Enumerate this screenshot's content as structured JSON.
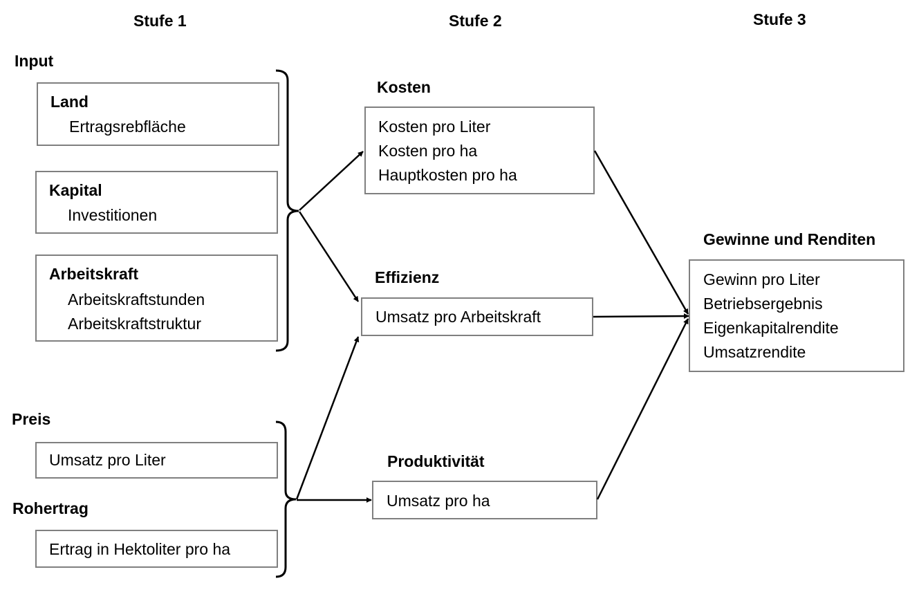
{
  "headers": {
    "stage1": "Stufe 1",
    "stage2": "Stufe 2",
    "stage3": "Stufe 3"
  },
  "input": {
    "label": "Input",
    "land": {
      "title": "Land",
      "items": [
        "Ertragsrebfläche"
      ]
    },
    "kapital": {
      "title": "Kapital",
      "items": [
        "Investitionen"
      ]
    },
    "arbeitskraft": {
      "title": "Arbeitskraft",
      "items": [
        "Arbeitskraftstunden",
        "Arbeitskraftstruktur"
      ]
    }
  },
  "preis": {
    "label": "Preis",
    "items": [
      "Umsatz pro Liter"
    ]
  },
  "rohertrag": {
    "label": "Rohertrag",
    "items": [
      "Ertrag in Hektoliter pro ha"
    ]
  },
  "kosten": {
    "label": "Kosten",
    "items": [
      "Kosten pro Liter",
      "Kosten pro ha",
      "Hauptkosten pro ha"
    ]
  },
  "effizienz": {
    "label": "Effizienz",
    "items": [
      "Umsatz pro Arbeitskraft"
    ]
  },
  "produktivitaet": {
    "label": "Produktivität",
    "items": [
      "Umsatz pro ha"
    ]
  },
  "gewinne": {
    "label": "Gewinne und Renditen",
    "items": [
      "Gewinn pro Liter",
      "Betriebsergebnis",
      "Eigenkapitalrendite",
      "Umsatzrendite"
    ]
  }
}
